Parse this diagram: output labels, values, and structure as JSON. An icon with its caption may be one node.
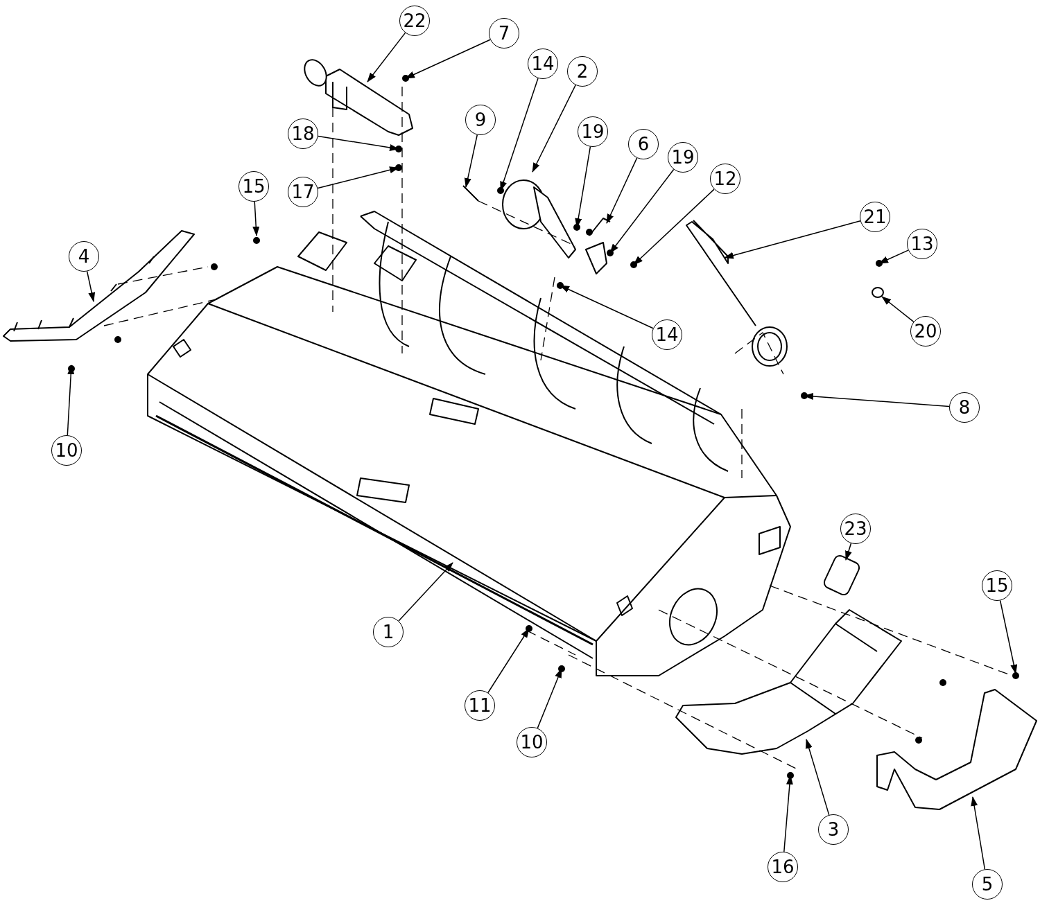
{
  "diagram": {
    "nodes": [
      {
        "text": [
          "22"
        ]
      },
      {
        "text": [
          "7"
        ]
      },
      {
        "text": [
          "14"
        ]
      },
      {
        "text": [
          "2"
        ]
      },
      {
        "text": [
          "9"
        ]
      },
      {
        "text": [
          "19"
        ]
      },
      {
        "text": [
          "18"
        ]
      },
      {
        "text": [
          "6"
        ]
      },
      {
        "text": [
          "19"
        ]
      },
      {
        "text": [
          "12"
        ]
      },
      {
        "text": [
          "15"
        ]
      },
      {
        "text": [
          "17"
        ]
      },
      {
        "text": [
          "21"
        ]
      },
      {
        "text": [
          "4"
        ]
      },
      {
        "text": [
          "13"
        ]
      },
      {
        "text": [
          "20"
        ]
      },
      {
        "text": [
          "14"
        ]
      },
      {
        "text": [
          "8"
        ]
      },
      {
        "text": [
          "10"
        ]
      },
      {
        "text": [
          "23"
        ]
      },
      {
        "text": [
          "15"
        ]
      },
      {
        "text": [
          "1"
        ]
      },
      {
        "text": [
          "11"
        ]
      },
      {
        "text": [
          "10"
        ]
      },
      {
        "text": [
          "3"
        ]
      },
      {
        "text": [
          "16"
        ]
      },
      {
        "text": [
          "5"
        ]
      }
    ],
    "edges": [
      {
        "from": 0,
        "to": null,
        "arrow": "to"
      },
      {
        "from": 1,
        "to": null,
        "arrow": "to"
      },
      {
        "from": 2,
        "to": null,
        "arrow": "to"
      },
      {
        "from": 3,
        "to": null,
        "arrow": "to"
      },
      {
        "from": 4,
        "to": null,
        "arrow": "to"
      },
      {
        "from": 5,
        "to": null,
        "arrow": "to"
      },
      {
        "from": 6,
        "to": null,
        "arrow": "to"
      },
      {
        "from": 7,
        "to": null,
        "arrow": "to"
      },
      {
        "from": 8,
        "to": null,
        "arrow": "to"
      },
      {
        "from": 9,
        "to": null,
        "arrow": "to"
      },
      {
        "from": 10,
        "to": null,
        "arrow": "to"
      },
      {
        "from": 11,
        "to": null,
        "arrow": "to"
      },
      {
        "from": 12,
        "to": null,
        "arrow": "to"
      },
      {
        "from": 13,
        "to": null,
        "arrow": "to"
      },
      {
        "from": 14,
        "to": null,
        "arrow": "to"
      },
      {
        "from": 15,
        "to": null,
        "arrow": "to"
      },
      {
        "from": 16,
        "to": null,
        "arrow": "to"
      },
      {
        "from": 17,
        "to": null,
        "arrow": "to"
      },
      {
        "from": 18,
        "to": null,
        "arrow": "to"
      },
      {
        "from": 19,
        "to": null,
        "arrow": "to"
      },
      {
        "from": 20,
        "to": null,
        "arrow": "to"
      },
      {
        "from": 21,
        "to": null,
        "arrow": "to"
      },
      {
        "from": 22,
        "to": null,
        "arrow": "to"
      },
      {
        "from": 23,
        "to": null,
        "arrow": "to"
      },
      {
        "from": 24,
        "to": null,
        "arrow": "to"
      },
      {
        "from": 25,
        "to": null,
        "arrow": "to"
      },
      {
        "from": 26,
        "to": null,
        "arrow": "to"
      }
    ]
  }
}
